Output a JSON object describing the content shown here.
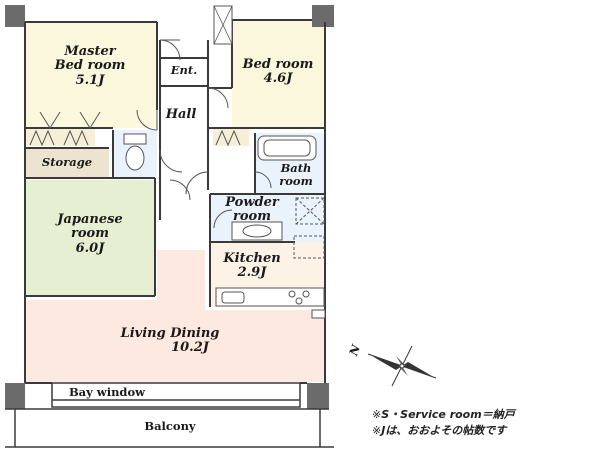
{
  "rooms": {
    "master_bedroom": {
      "name_line1": "Master",
      "name_line2": "Bed room",
      "size": "5.1J"
    },
    "bedroom": {
      "name": "Bed room",
      "size": "4.6J"
    },
    "entrance": {
      "name": "Ent."
    },
    "hall": {
      "name": "Hall"
    },
    "storage": {
      "name": "Storage"
    },
    "bathroom": {
      "name_line1": "Bath",
      "name_line2": "room"
    },
    "powder_room": {
      "name_line1": "Powder",
      "name_line2": "room"
    },
    "japanese_room": {
      "name_line1": "Japanese",
      "name_line2": "room",
      "size": "6.0J"
    },
    "kitchen": {
      "name": "Kitchen",
      "size": "2.9J"
    },
    "living_dining": {
      "name": "Living Dining",
      "size": "10.2J"
    },
    "bay_window": {
      "name": "Bay window"
    },
    "balcony": {
      "name": "Balcony"
    }
  },
  "compass": {
    "label": "N"
  },
  "notes": [
    {
      "mark": "※",
      "text": "S・Service room＝納戸"
    },
    {
      "mark": "※",
      "text": "Jは、おおよその帖数です"
    }
  ],
  "colors": {
    "bedroom_floor": "#fbf7dc",
    "japanese_floor": "#e6efd2",
    "living_floor": "#fde9df",
    "kitchen_floor": "#fdf2e6",
    "wet_floor": "#eaf3fb",
    "storage_floor": "#ece4d0",
    "wall": "#3a3a3a",
    "column": "#6b6b6b"
  }
}
